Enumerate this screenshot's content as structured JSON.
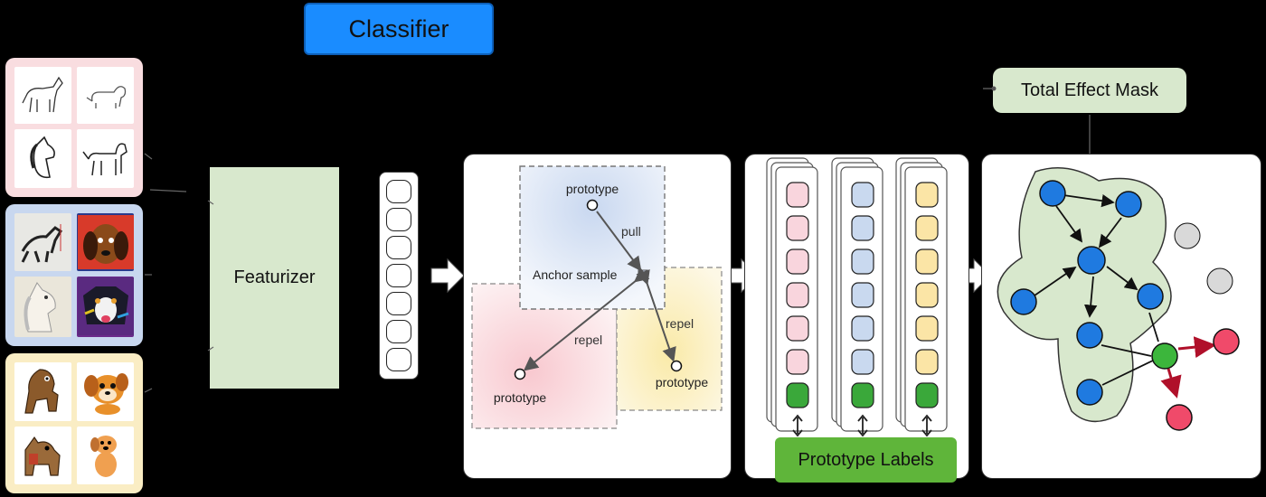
{
  "classifier": {
    "label": "Classifier"
  },
  "featurizer": {
    "label": "Featurizer"
  },
  "contrastive": {
    "prototype_top": "prototype",
    "pull": "pull",
    "anchor": "Anchor sample",
    "repel_left": "repel",
    "repel_right": "repel",
    "prototype_left": "prototype",
    "prototype_right": "prototype"
  },
  "prototype_labels": {
    "label": "Prototype Labels"
  },
  "mask": {
    "label": "Total Effect Mask"
  },
  "colors": {
    "classifier": "#1a8cff",
    "featurizer": "#d8e8cd",
    "sketch_domain": "#f9dde0",
    "art_domain": "#c8d7ef",
    "cartoon_domain": "#faedc4",
    "proto_pink": "#f9d5dd",
    "proto_blue": "#c9d9ef",
    "proto_yellow": "#fbe5a6",
    "proto_green": "#3aa83a",
    "node_blue": "#1f7ae0",
    "node_green": "#3cb63c",
    "node_pink": "#f04a6a",
    "node_gray": "#d9d9d9",
    "edge_red": "#b0102a"
  }
}
